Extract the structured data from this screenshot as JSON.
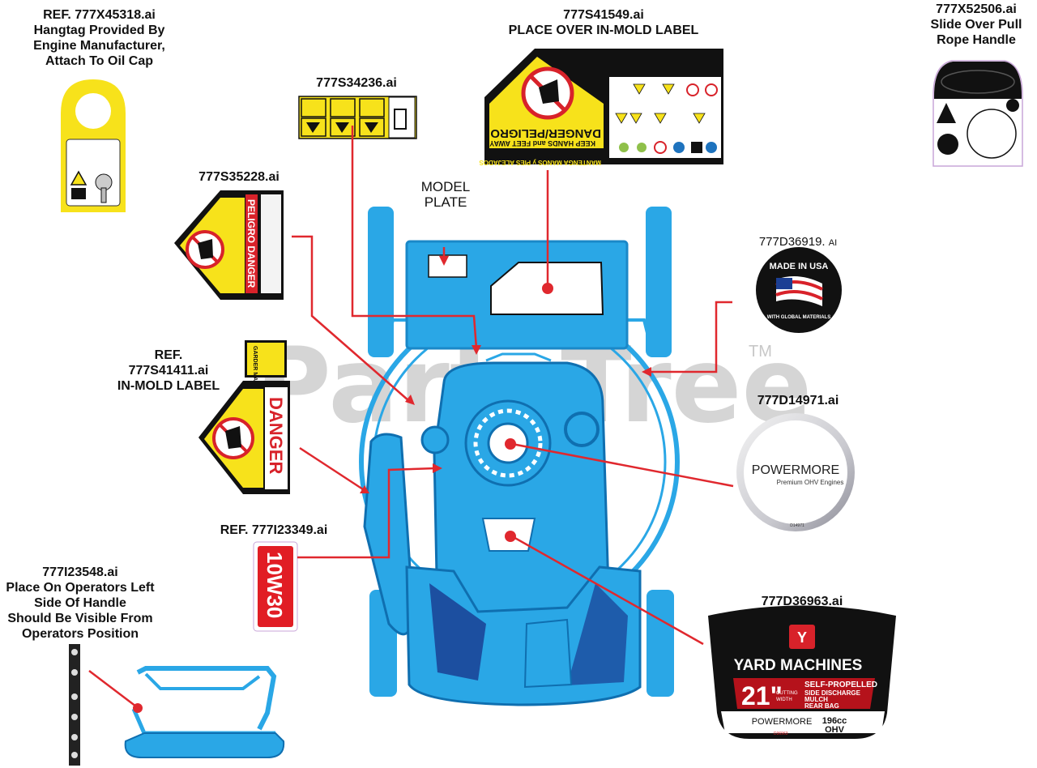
{
  "labels": {
    "hangtag": [
      "REF. 777X45318.ai",
      "Hangtag Provided By",
      "Engine Manufacturer,",
      "Attach To Oil Cap"
    ],
    "s34236": "777S34236.ai",
    "s41549": [
      "777S41549.ai",
      "PLACE OVER IN-MOLD LABEL"
    ],
    "x52506": [
      "777X52506.ai",
      "Slide Over Pull",
      "Rope Handle"
    ],
    "s35228": "777S35228.ai",
    "model_plate": [
      "MODEL",
      "PLATE"
    ],
    "d36919": "777D36919. ",
    "d36919_suffix": "AI",
    "s41411": [
      "REF.",
      "777S41411.ai",
      "IN-MOLD LABEL"
    ],
    "d14971": "777D14971.ai",
    "i23349": "REF. 777I23349.ai",
    "i23548": [
      "777I23548.ai",
      "Place On Operators Left",
      "Side Of Handle",
      "Should Be Visible From",
      "Operators Position"
    ],
    "d36963": "777D36963.ai"
  },
  "decals": {
    "danger_peligro": "DANGER/PELIGRO",
    "keep_hands": "KEEP HANDS and FEET AWAY",
    "mantenga": "MANTENGA MANOS y PIES ALEJADOS",
    "peligro_danger": "PELIGRO DANGER",
    "danger": "DANGER",
    "garder": "GARDER MAINS et PIEDS à DISTANCE",
    "oil": "10W30",
    "made_in_usa": "MADE IN USA",
    "global_materials": "WITH GLOBAL MATERIALS",
    "powermore": "POWERMORE",
    "premium": "Premium OHV Engines",
    "d14971_code": "D14971",
    "yard_machines": "YARD MACHINES",
    "cutting_width": "21\"",
    "cutting": "CUTTING",
    "width": "WIDTH",
    "self_propelled": "SELF-PROPELLED",
    "side_discharge": "SIDE DISCHARGE",
    "mulch": "MULCH",
    "rear_bag": "REAR BAG",
    "cc": "196cc",
    "ohv": "OHV",
    "d36963_code": "D36963"
  },
  "watermark": "PartsTree",
  "trademark": "TM",
  "colors": {
    "mower": "#2aa7e6",
    "mower_dark": "#0f6fb0",
    "leader": "#e0282e",
    "danger_yellow": "#f7e21b",
    "decal_red": "#d8222a"
  }
}
